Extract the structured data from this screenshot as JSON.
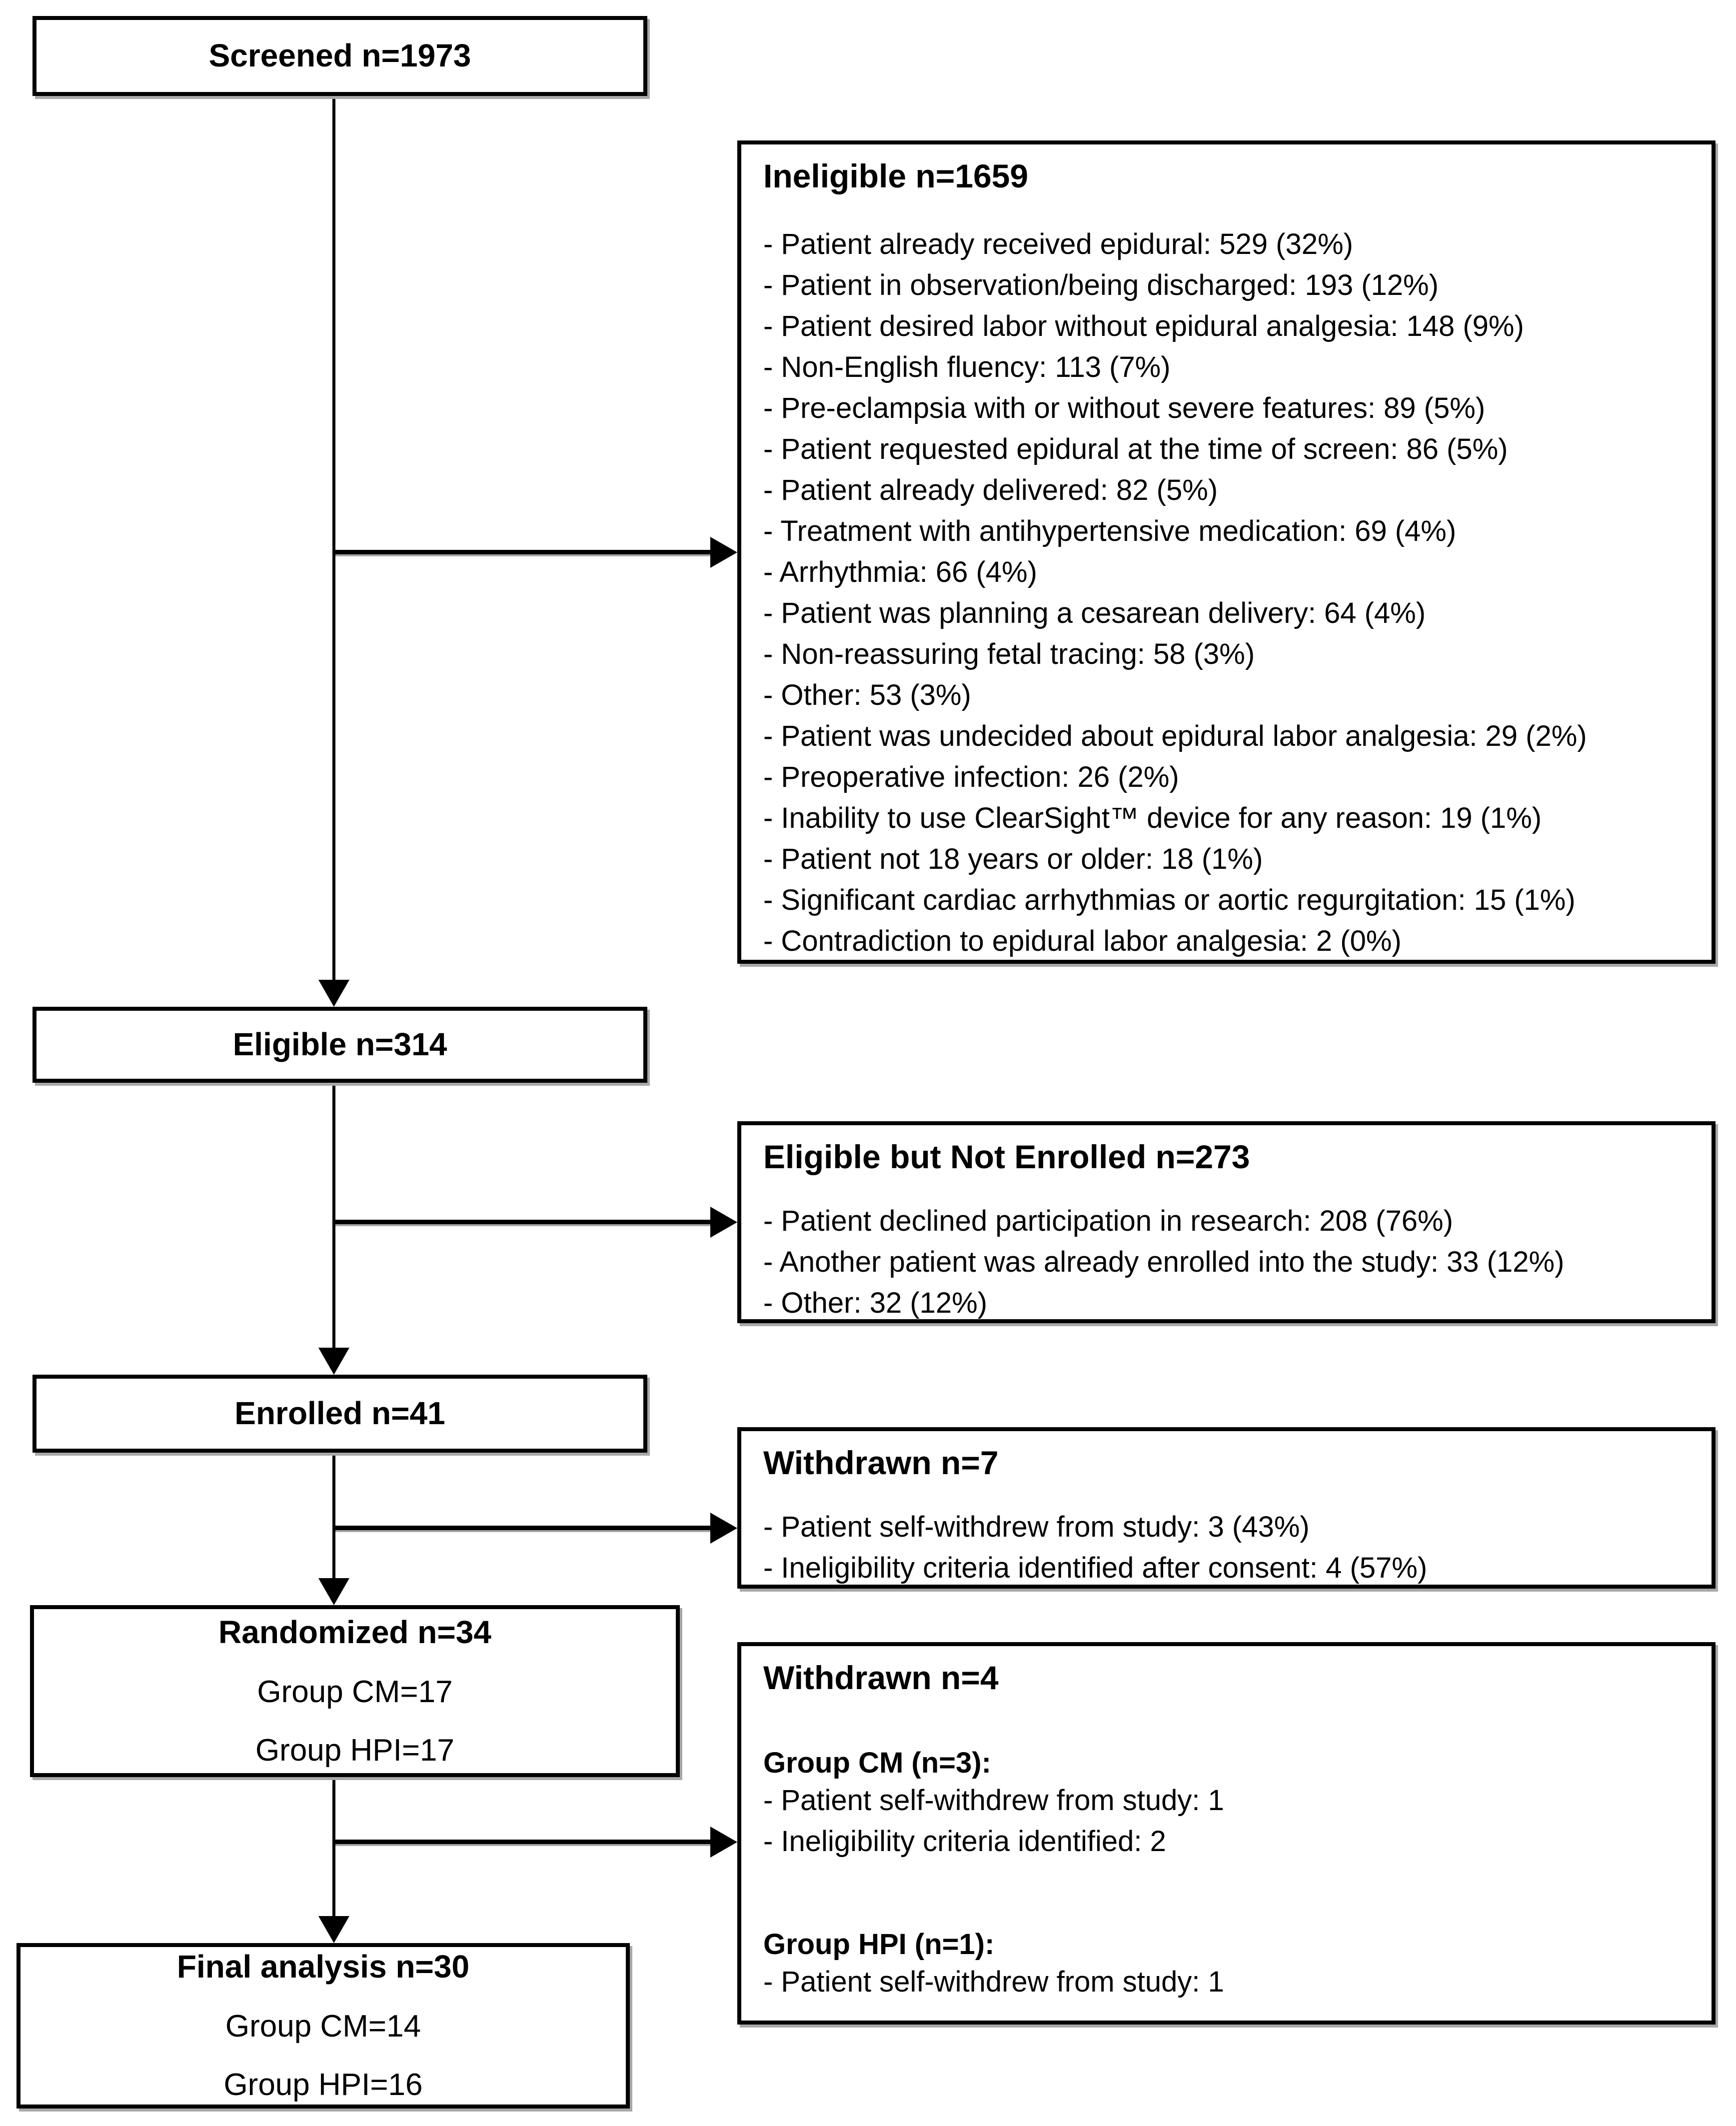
{
  "flow": {
    "screened": {
      "title": "Screened n=1973"
    },
    "eligible": {
      "title": "Eligible n=314"
    },
    "enrolled": {
      "title": "Enrolled n=41"
    },
    "randomized": {
      "title": "Randomized n=34",
      "lines": [
        "Group CM=17",
        "Group HPI=17"
      ]
    },
    "final": {
      "title": "Final analysis n=30",
      "lines": [
        "Group CM=14",
        "Group HPI=16"
      ]
    }
  },
  "side": {
    "ineligible": {
      "title": "Ineligible n=1659",
      "items": [
        "- Patient already received epidural: 529 (32%)",
        "- Patient in observation/being discharged: 193 (12%)",
        "- Patient desired labor without epidural analgesia: 148 (9%)",
        "- Non-English fluency: 113 (7%)",
        "- Pre-eclampsia with or without severe features: 89 (5%)",
        "- Patient requested epidural at the time of screen: 86 (5%)",
        "- Patient already delivered: 82 (5%)",
        "- Treatment with antihypertensive medication: 69 (4%)",
        "- Arrhythmia: 66 (4%)",
        "- Patient was planning a cesarean delivery: 64 (4%)",
        "- Non-reassuring fetal tracing: 58 (3%)",
        "- Other: 53 (3%)",
        "- Patient was undecided about epidural labor analgesia: 29 (2%)",
        "- Preoperative infection: 26 (2%)",
        "- Inability to use ClearSight™ device for any reason: 19 (1%)",
        "- Patient not 18 years or older: 18 (1%)",
        "- Significant cardiac arrhythmias or aortic regurgitation: 15 (1%)",
        "- Contradiction to epidural labor analgesia: 2 (0%)"
      ]
    },
    "not_enrolled": {
      "title": "Eligible but Not Enrolled n=273",
      "items": [
        "- Patient declined participation in research: 208 (76%)",
        "- Another patient was already enrolled into the study: 33 (12%)",
        "- Other: 32 (12%)"
      ]
    },
    "withdrawn7": {
      "title": "Withdrawn n=7",
      "items": [
        "- Patient self-withdrew from study: 3 (43%)",
        "- Ineligibility criteria identified after consent: 4 (57%)"
      ]
    },
    "withdrawn4": {
      "title": "Withdrawn n=4",
      "groups": [
        {
          "label": "Group CM (n=3):",
          "items": [
            "- Patient self-withdrew from study: 1",
            "- Ineligibility criteria identified: 2"
          ]
        },
        {
          "label": "Group HPI (n=1):",
          "items": [
            "- Patient self-withdrew from study: 1"
          ]
        }
      ]
    }
  },
  "colors": {
    "line": "#000000",
    "box_border": "#000000",
    "box_shadow": "#a8a8a8",
    "background": "#ffffff",
    "text": "#000000"
  }
}
